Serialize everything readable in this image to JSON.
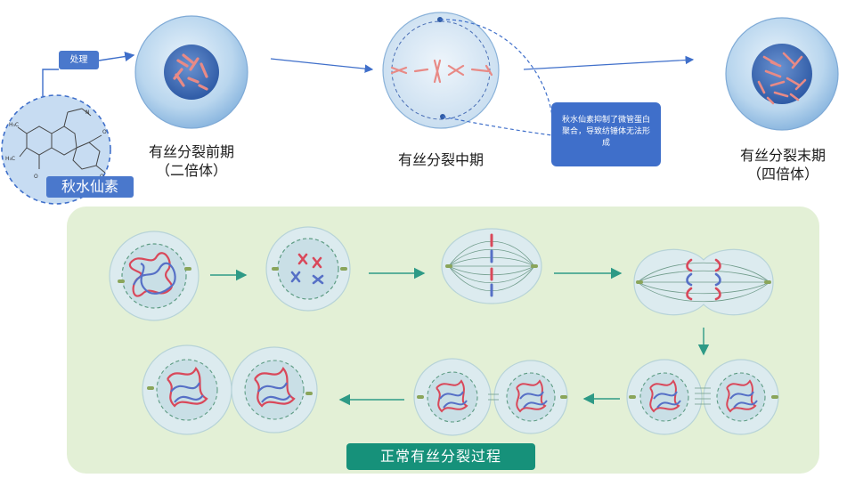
{
  "top": {
    "drug_label": "秋水仙素",
    "process_tag": "处理",
    "stage_prophase_line1": "有丝分裂前期",
    "stage_prophase_line2": "（二倍体）",
    "stage_metaphase": "有丝分裂中期",
    "stage_telophase_line1": "有丝分裂末期",
    "stage_telophase_line2": "（四倍体）",
    "note_text": "秋水仙素抑制了微管蛋白聚合，导致纺锤体无法形成"
  },
  "bottom": {
    "banner": "正常有丝分裂过程"
  },
  "colors": {
    "cell_blue": "#9cc3e6",
    "nucleus_blue": "#3f6fb5",
    "chromosome_pink": "#e88a86",
    "tag_blue": "#4a78cc",
    "panel_green": "#e3f0d6",
    "banner_teal": "#16917a",
    "arrow_teal": "#2e9a86",
    "chrom_red": "#d9485a",
    "chrom_blue": "#5670c6"
  }
}
